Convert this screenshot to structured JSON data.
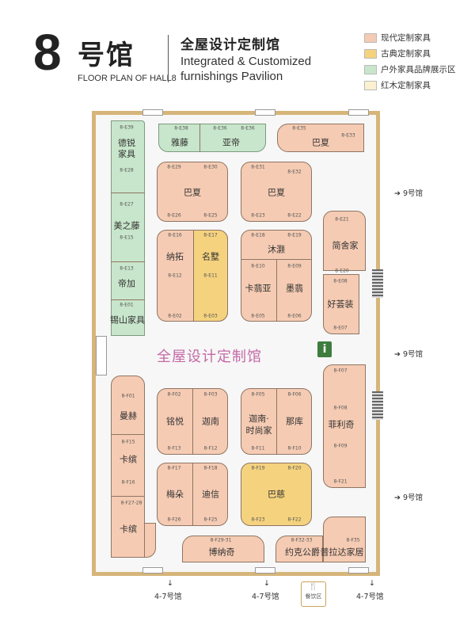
{
  "header": {
    "hall_number": "8",
    "hall_name": "号馆",
    "hall_sub": "FLOOR PLAN OF HALL8",
    "pavilion_cn": "全屋设计定制馆",
    "pavilion_en_1": "Integrated & Customized",
    "pavilion_en_2": "furnishings Pavilion"
  },
  "legend": [
    {
      "label": "现代定制家具",
      "color": "#f5cbb3"
    },
    {
      "label": "古典定制家具",
      "color": "#f5d27e"
    },
    {
      "label": "户外家具品牌展示区",
      "color": "#c8e6cb"
    },
    {
      "label": "红木定制家具",
      "color": "#fbf1d0"
    }
  ],
  "map": {
    "center_title": "全屋设计定制馆",
    "info_icon": "i",
    "exits": {
      "hall9": "9号馆",
      "hall47": "4-7号馆",
      "dining": "餐饮区"
    },
    "booths": {
      "yateng": "雅藤",
      "yadi": "亚帝",
      "baxia": "巴夏",
      "deruijiaju": "德锐家具",
      "meizhiteng": "美之藤",
      "dijia": "帝加",
      "xishan": "锡山家具",
      "nato": "纳拓",
      "mingshu": "名墅",
      "muxie": "沐灏",
      "kafeiya": "卡翡亚",
      "moxi": "墨翡",
      "jianshejia": "简舍家",
      "haoqianzhuang": "好荟装",
      "manhe": "曼赫",
      "kabin": "卡缤",
      "mingyue": "铭悦",
      "xinan": "迦南",
      "xinanshishangjia": "迦南·时尚家",
      "naku": "那库",
      "feiliqi": "菲利奇",
      "meiduo": "梅朵",
      "dixin": "迪信",
      "baci": "巴慈",
      "bonaqi": "博纳奇",
      "yuekegongjue": "约克公爵",
      "pulada": "普拉达家居"
    },
    "codes": {
      "e39": "8-E39",
      "e28": "8-E28",
      "e27": "8-E27",
      "e15": "8-E15",
      "e13": "8-E13",
      "e01": "8-E01",
      "e38": "8-E38",
      "e36a": "8-E36",
      "e36b": "8-E36",
      "e35": "8-E35",
      "e33": "8-E33",
      "e29": "8-E29",
      "e30": "8-E30",
      "e26": "8-E26",
      "e25": "8-E25",
      "e31": "8-E31",
      "e32": "8-E32",
      "e23": "8-E23",
      "e22": "8-E22",
      "e16": "8-E16",
      "e17": "8-E17",
      "e12": "8-E12",
      "e11": "8-E11",
      "e02": "8-E02",
      "e03": "8-E03",
      "e18": "8-E18",
      "e19": "8-E19",
      "e10": "8-E10",
      "e09": "8-E09",
      "e05": "8-E05",
      "e06": "8-E06",
      "e21": "8-E21",
      "e20": "8-E20",
      "e08": "8-E08",
      "e07": "8-E07",
      "f01": "8-F01",
      "f15": "8-F15",
      "f16": "8-F16",
      "f2728": "8-F27-28",
      "f02": "8-F02",
      "f03": "8-F03",
      "f13": "8-F13",
      "f12": "8-F12",
      "f05": "8-F05",
      "f06": "8-F06",
      "f11": "8-F11",
      "f10": "8-F10",
      "f07": "8-F07",
      "f08": "8-F08",
      "f09": "8-F09",
      "f21": "8-F21",
      "f17": "8-F17",
      "f18": "8-F18",
      "f26": "8-F26",
      "f25": "8-F25",
      "f19": "8-F19",
      "f20": "8-F20",
      "f23": "8-F23",
      "f22": "8-F22",
      "f2931": "8-F29-31",
      "f3233": "8-F32-33",
      "f35": "8-F35"
    }
  }
}
